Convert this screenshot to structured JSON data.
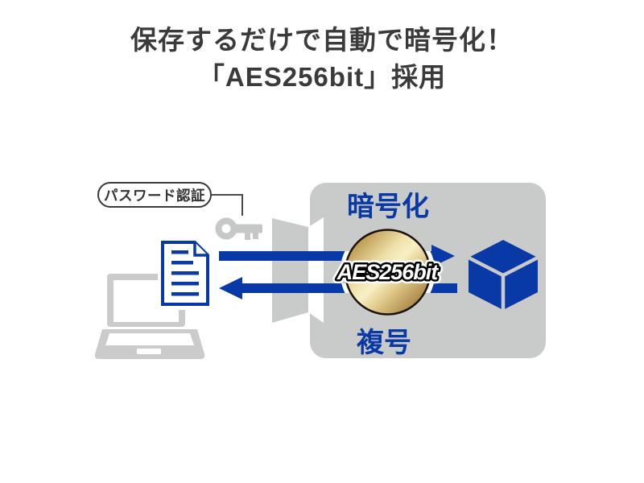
{
  "title": {
    "line1": "保存するだけで自動で暗号化！",
    "line2": "「AES256bit」採用"
  },
  "diagram": {
    "password_label": "パスワード認証",
    "encrypt_label": "暗号化",
    "decrypt_label": "複号",
    "badge_label": "AES256bit",
    "icons": [
      "laptop-icon",
      "document-icon",
      "key-icon",
      "door-icon",
      "cube-icon",
      "arrow-right-icon",
      "arrow-left-icon"
    ]
  },
  "colors": {
    "blue": "#0939a6",
    "panel_gray": "#c9caca",
    "icon_gray": "#cbcbcb",
    "key_gray": "#c6c7c7",
    "title_text": "#3a3a3a",
    "gold_light": "#f8f0c6",
    "gold_dark": "#8f7134"
  }
}
